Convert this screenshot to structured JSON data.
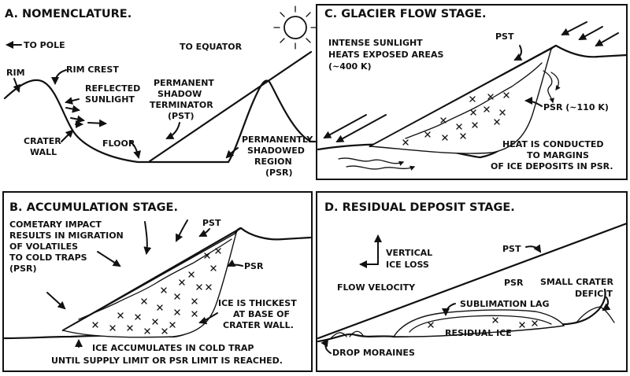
{
  "panels": {
    "a": {
      "title": "A. NOMENCLATURE.",
      "to_pole": "TO POLE",
      "to_equator": "TO EQUATOR",
      "rim": "RIM",
      "rim_crest": "RIM CREST",
      "reflected": [
        "REFLECTED",
        "SUNLIGHT"
      ],
      "pst": [
        "PERMANENT",
        "SHADOW",
        "TERMINATOR",
        "(PST)"
      ],
      "crater_wall": [
        "CRATER",
        "WALL"
      ],
      "floor": "FLOOR",
      "psr": [
        "PERMANENTLY",
        "SHADOWED",
        "REGION",
        "(PSR)"
      ]
    },
    "b": {
      "title": "B. ACCUMULATION STAGE.",
      "impact": [
        "COMETARY IMPACT",
        "RESULTS IN MIGRATION",
        "OF VOLATILES",
        "TO COLD TRAPS",
        "(PSR)"
      ],
      "pst": "PST",
      "psr": "PSR",
      "thickest": [
        "ICE IS THICKEST",
        "AT BASE OF",
        "CRATER WALL."
      ],
      "accumulates": [
        "ICE ACCUMULATES IN COLD TRAP",
        "UNTIL SUPPLY LIMIT OR PSR LIMIT IS REACHED."
      ]
    },
    "c": {
      "title": "C. GLACIER FLOW STAGE.",
      "sunlight": [
        "INTENSE SUNLIGHT",
        "HEATS EXPOSED AREAS",
        "(~400 K)"
      ],
      "pst": "PST",
      "psr": "PSR (~110 K)",
      "heat": [
        "HEAT IS CONDUCTED",
        "TO MARGINS",
        "OF ICE DEPOSITS IN PSR."
      ]
    },
    "d": {
      "title": "D. RESIDUAL DEPOSIT STAGE.",
      "vertical": [
        "VERTICAL",
        "ICE LOSS"
      ],
      "flow": "FLOW VELOCITY",
      "pst": "PST",
      "psr": "PSR",
      "small_crater": [
        "SMALL CRATER",
        "DEFICIT"
      ],
      "lag": "SUBLIMATION LAG",
      "residual": "RESIDUAL ICE",
      "moraines": "DROP MORAINES"
    }
  }
}
